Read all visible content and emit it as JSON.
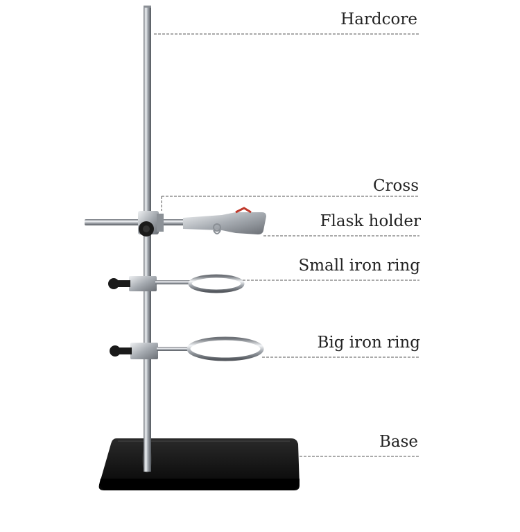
{
  "labels": {
    "hardcore": "Hardcore",
    "cross": "Cross",
    "flask_holder": "Flask holder",
    "small_iron_ring": "Small iron ring",
    "big_iron_ring": "Big iron ring",
    "base": "Base"
  },
  "colors": {
    "background": "#ffffff",
    "text": "#222222",
    "leader_line": "#555555",
    "metal": "#c9cdd2",
    "base": "#0c0c0c",
    "knob": "#1a1a1a"
  }
}
